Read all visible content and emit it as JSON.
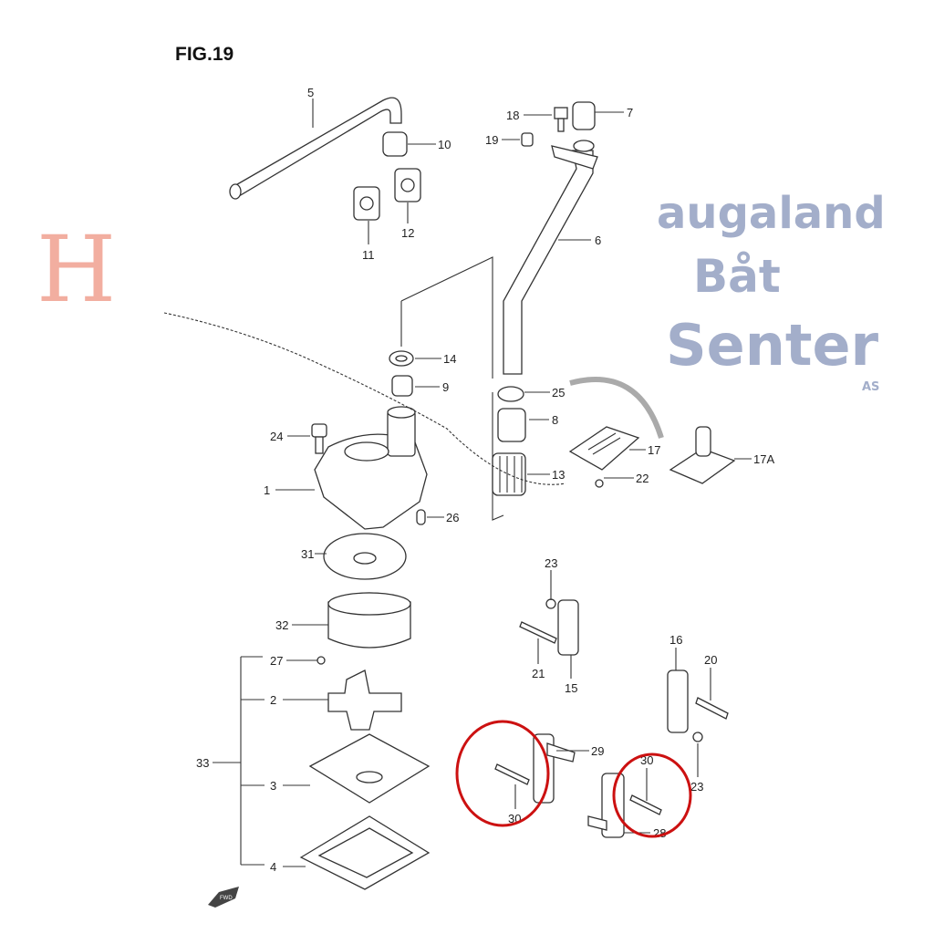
{
  "figure": {
    "title": "FIG.19",
    "labels": [
      "5",
      "10",
      "7",
      "18",
      "19",
      "11",
      "12",
      "6",
      "14",
      "9",
      "25",
      "8",
      "17",
      "17A",
      "24",
      "13",
      "22",
      "1",
      "26",
      "31",
      "32",
      "23",
      "21",
      "15",
      "16",
      "20",
      "27",
      "2",
      "29",
      "30",
      "23",
      "30",
      "28",
      "33",
      "3",
      "4"
    ],
    "fwd_label": "FWD"
  },
  "watermark": {
    "initial": "H",
    "line1": "augaland",
    "line2": "Båt",
    "line3": "Senter",
    "suffix": "AS"
  },
  "colors": {
    "highlight_circle": "#cc1111",
    "watermark_blue": "#8d9bbd",
    "watermark_red": "#f0a090"
  }
}
